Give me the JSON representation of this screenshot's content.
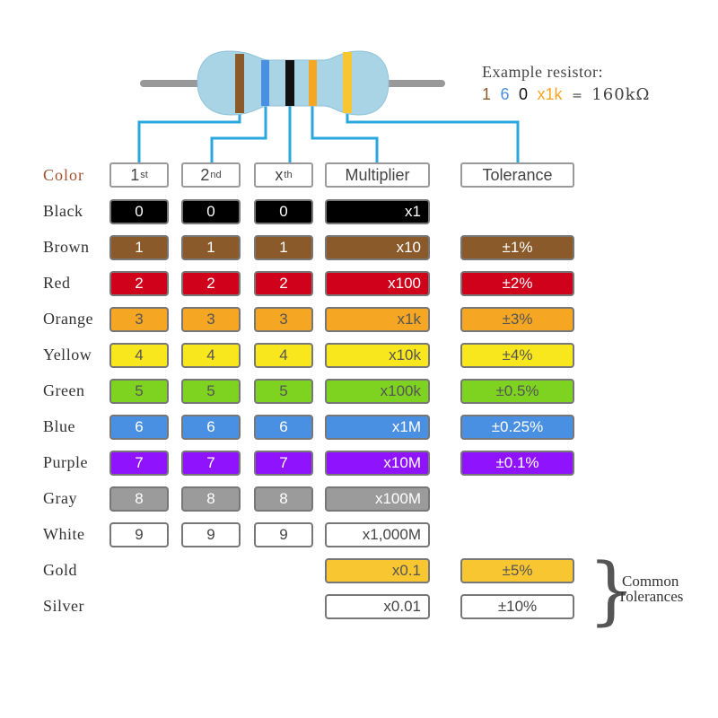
{
  "example": {
    "label": "Example resistor:",
    "digits": [
      {
        "text": "1",
        "color": "#8B5A2B"
      },
      {
        "text": "6",
        "color": "#4A90E2"
      },
      {
        "text": "0",
        "color": "#111111"
      },
      {
        "text": "x1k",
        "color": "#F5A623"
      }
    ],
    "equals": "=",
    "result": "160kΩ"
  },
  "headers": {
    "color": "Color",
    "first": "1",
    "first_sup": "st",
    "second": "2",
    "second_sup": "nd",
    "third": "x",
    "third_sup": "th",
    "multiplier": "Multiplier",
    "tolerance": "Tolerance"
  },
  "rows": [
    {
      "name": "Black",
      "fill": "#000000",
      "text_color": "#ffffff",
      "digit": "0",
      "multiplier": "x1",
      "tolerance": null
    },
    {
      "name": "Brown",
      "fill": "#8B5A2B",
      "text_color": "#ffffff",
      "digit": "1",
      "multiplier": "x10",
      "tolerance": "±1%"
    },
    {
      "name": "Red",
      "fill": "#D0021B",
      "text_color": "#ffffff",
      "digit": "2",
      "multiplier": "x100",
      "tolerance": "±2%"
    },
    {
      "name": "Orange",
      "fill": "#F5A623",
      "text_color": "#555555",
      "digit": "3",
      "multiplier": "x1k",
      "tolerance": "±3%"
    },
    {
      "name": "Yellow",
      "fill": "#F8E71C",
      "text_color": "#555555",
      "digit": "4",
      "multiplier": "x10k",
      "tolerance": "±4%"
    },
    {
      "name": "Green",
      "fill": "#7ED321",
      "text_color": "#555555",
      "digit": "5",
      "multiplier": "x100k",
      "tolerance": "±0.5%"
    },
    {
      "name": "Blue",
      "fill": "#4A90E2",
      "text_color": "#ffffff",
      "digit": "6",
      "multiplier": "x1M",
      "tolerance": "±0.25%"
    },
    {
      "name": "Purple",
      "fill": "#9013FE",
      "text_color": "#ffffff",
      "digit": "7",
      "multiplier": "x10M",
      "tolerance": "±0.1%"
    },
    {
      "name": "Gray",
      "fill": "#9B9B9B",
      "text_color": "#ffffff",
      "digit": "8",
      "multiplier": "x100M",
      "tolerance": null
    },
    {
      "name": "White",
      "fill": "#FFFFFF",
      "text_color": "#444444",
      "digit": "9",
      "multiplier": "x1,000M",
      "tolerance": null
    },
    {
      "name": "Gold",
      "fill": "#F8C630",
      "text_color": "#555555",
      "digit": null,
      "multiplier": "x0.1",
      "tolerance": "±5%"
    },
    {
      "name": "Silver",
      "fill": "#FFFFFF",
      "text_color": "#444444",
      "digit": null,
      "multiplier": "x0.01",
      "tolerance": "±10%"
    }
  ],
  "common_tolerances": {
    "line1": "Common",
    "line2": "Tolerances"
  },
  "resistor": {
    "body_color": "#A9D4E6",
    "lead_color": "#999999",
    "connector_color": "#2AA7DC",
    "bands": [
      "#8B5A2B",
      "#4A90E2",
      "#111111",
      "#F5A623",
      "#F8C630"
    ]
  }
}
